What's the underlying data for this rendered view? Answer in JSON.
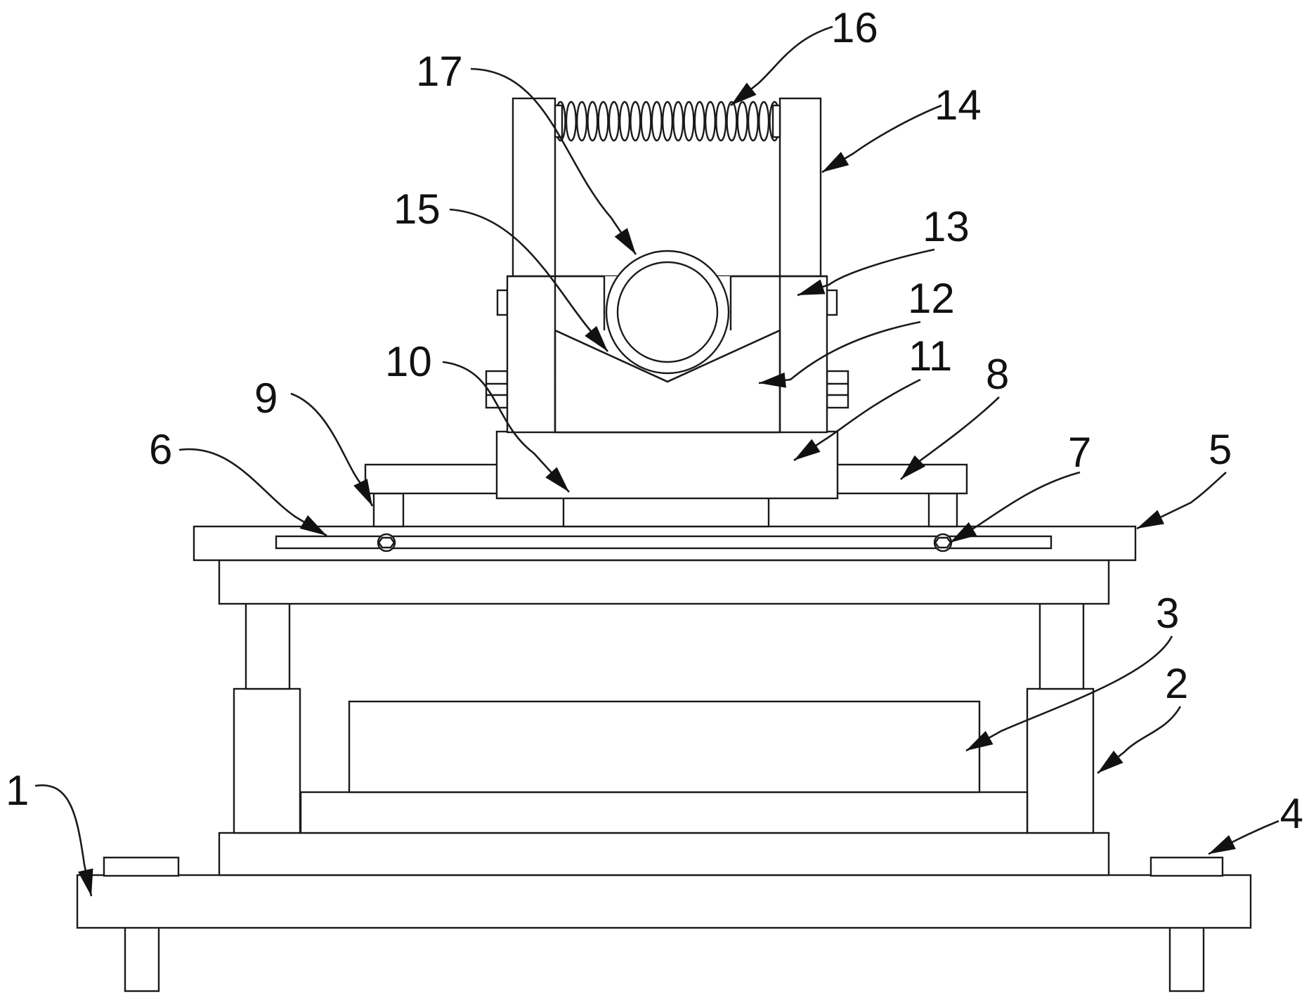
{
  "figure": {
    "callout_labels": [
      "1",
      "2",
      "3",
      "4",
      "5",
      "6",
      "7",
      "8",
      "9",
      "10",
      "11",
      "12",
      "13",
      "14",
      "15",
      "16",
      "17"
    ]
  }
}
